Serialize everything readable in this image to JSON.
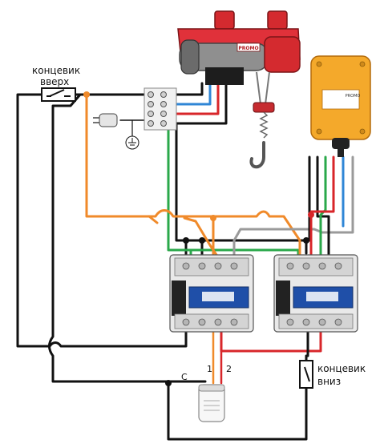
{
  "labels": {
    "limit_up_line1": "концевик",
    "limit_up_line2": "вверх",
    "limit_down_line1": "концевик",
    "limit_down_line2": "вниз",
    "cap_common": "С",
    "cap_terminal_1": "1",
    "cap_terminal_2": "2",
    "hoist_brand": "PROMO",
    "pendant_brand": "PROMO"
  },
  "colors": {
    "black": "#111111",
    "red": "#d8262a",
    "blue": "#2f86d6",
    "green": "#2aa84a",
    "orange": "#f08a2a",
    "grey": "#9a9a9a",
    "hoist_red": "#d42a2f",
    "pendant_yellow": "#f4a92b",
    "contactor_blue": "#1f4fa8"
  }
}
